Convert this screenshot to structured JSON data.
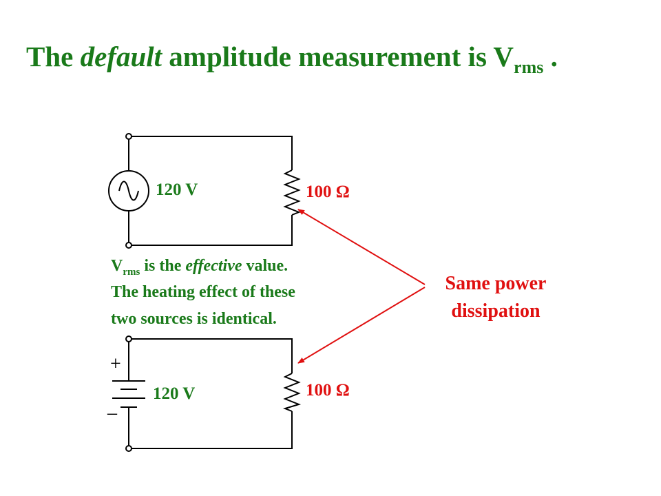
{
  "title": {
    "pre": "The ",
    "emph": "default",
    "mid": " amplitude measurement is V",
    "sub": "rms",
    "post": " ."
  },
  "top_circuit": {
    "source_label": "120 V",
    "resistor_label": "100 Ω"
  },
  "bottom_circuit": {
    "plus": "+",
    "minus": "–",
    "source_label": "120 V",
    "resistor_label": "100 Ω"
  },
  "note": {
    "v": "V",
    "sub": "rms",
    "line1_a": " is the ",
    "line1_emph": "effective",
    "line1_b": " value.",
    "line2": "The heating effect of these",
    "line3": "two sources is identical."
  },
  "callout": {
    "line1": "Same power",
    "line2": "dissipation"
  },
  "colors": {
    "green": "#1a7a1a",
    "red": "#e01010",
    "wire": "#000000"
  }
}
